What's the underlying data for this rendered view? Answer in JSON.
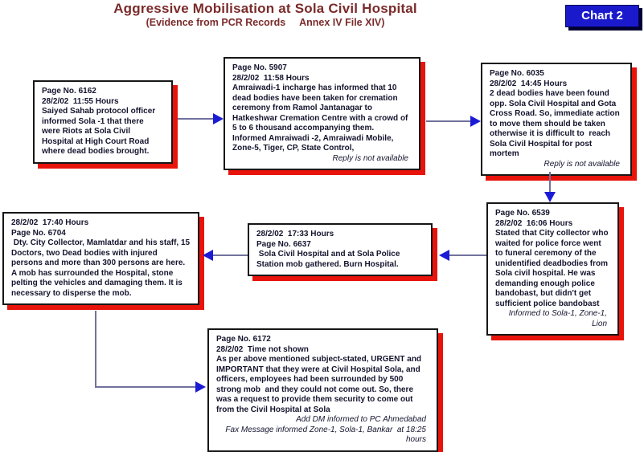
{
  "header": {
    "title": "Aggressive Mobilisation at Sola Civil Hospital",
    "subtitle": "(Evidence from PCR Records     Annex IV File XIV)",
    "badge_label": "Chart 2"
  },
  "colors": {
    "title_text": "#7b2b2b",
    "badge_bg": "#1a1acc",
    "box_border": "#161616",
    "box_shadow_red": "#e8140c",
    "arrow_line": "#71719e",
    "arrow_head_blue": "#1b1bd6",
    "body_text": "#14142e"
  },
  "boxes": {
    "b6162": {
      "page": "Page No. 6162",
      "date": "28/2/02  11:55 Hours",
      "body": "Saiyed Sahab protocol officer informed Sola -1 that there were Riots at Sola Civil Hospital at High Court Road where dead bodies brought."
    },
    "b5907": {
      "page": "Page No. 5907",
      "date": "28/2/02  11:58 Hours",
      "body": "Amraiwadi-1 incharge has informed that 10 dead bodies have been taken for cremation ceremony from Ramol Jantanagar to Hatkeshwar Cremation Centre with a crowd of 5 to 6 thousand accompanying them.",
      "body2": "Informed Amraiwadi -2, Amraiwadi Mobile, Zone-5, Tiger, CP, State Control,",
      "note1": "Reply is not available"
    },
    "b6035": {
      "page": "Page No. 6035",
      "date": "28/2/02  14:45 Hours",
      "body": "2 dead bodies have been found opp. Sola Civil Hospital and Gota Cross Road. So, immediate action to move them should be taken otherwise it is difficult to  reach Sola Civil Hospital for post mortem",
      "note1": "Reply is not available"
    },
    "b6539": {
      "page": "Page No. 6539",
      "date": "28/2/02  16:06 Hours",
      "body": "Stated that City collector who waited for police force went to funeral ceremony of the unidentified deadbodies from Sola civil hospital. He was demanding enough police bandobast, but didn't get sufficient police bandobast",
      "note1": "Informed to Sola-1, Zone-1, Lion"
    },
    "b6637": {
      "date": "28/2/02  17:33 Hours",
      "page": "Page No. 6637",
      "body": " Sola Civil Hospital and at Sola Police Station mob gathered. Burn Hospital."
    },
    "b6704": {
      "date": "28/2/02  17:40 Hours",
      "page": "Page No. 6704",
      "body": " Dty. City Collector, Mamlatdar and his staff, 15 Doctors, two Dead bodies with injured persons and more than 300 persons are here. A mob has surrounded the Hospital, stone pelting the vehicles and damaging them. It is necessary to disperse the mob."
    },
    "b6172": {
      "page": "Page No. 6172",
      "date": "28/2/02  Time not shown",
      "body": "As per above mentioned subject-stated, URGENT and IMPORTANT that they were at Civil Hospital Sola, and officers, employees had been surrounded by 500 strong mob  and they could not come out. So, there was a request to provide them security to come out from the Civil Hospital at Sola",
      "note1": "Add DM informed to PC Ahmedabad",
      "note2": "Fax Message informed Zone-1, Sola-1, Bankar  at 18:25 hours"
    }
  }
}
